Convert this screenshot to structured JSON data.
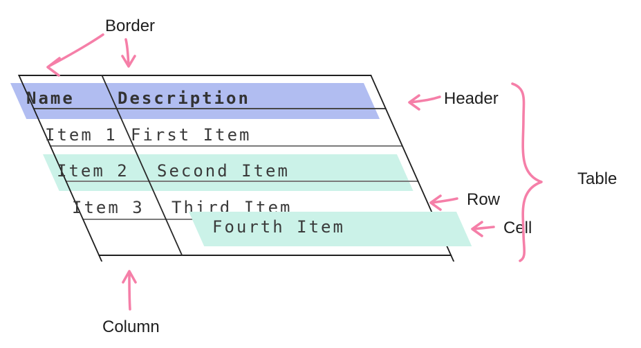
{
  "table": {
    "headers": [
      "Name",
      "Description"
    ],
    "rows": [
      [
        "Item 1",
        "First Item"
      ],
      [
        "Item 2",
        "Second Item"
      ],
      [
        "Item 3",
        "Third Item"
      ],
      [
        "",
        ""
      ]
    ],
    "floating_cell_text": "Fourth Item"
  },
  "labels": {
    "border": "Border",
    "header": "Header",
    "table": "Table",
    "row": "Row",
    "cell": "Cell",
    "column": "Column"
  },
  "colors": {
    "header_highlight": "#B1BDF1",
    "row_highlight": "#CBF2E8",
    "cell_highlight": "#CBF2E8",
    "annotation_pink": "#F57FA8",
    "table_border": "#1F1F1F",
    "grid_line": "#7A7A7A",
    "table_text": "#3A3A3A",
    "label_text": "#1E1E1E"
  }
}
